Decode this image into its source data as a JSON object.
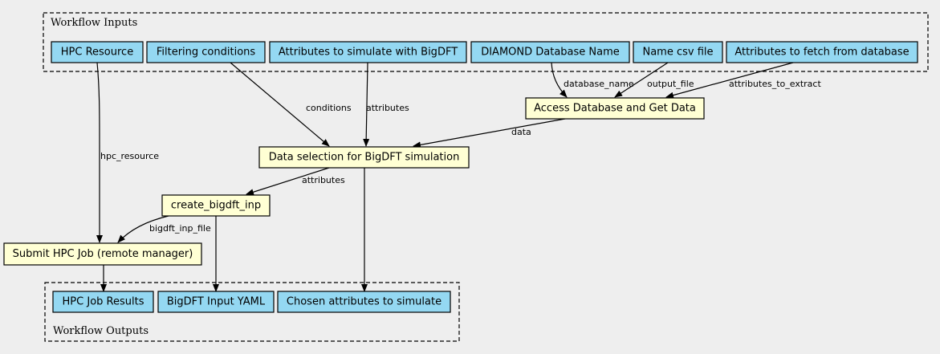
{
  "colors": {
    "input_node": "#94d8f2",
    "process_node": "#ffffd4",
    "background": "#eeeeee"
  },
  "clusters": {
    "inputs": {
      "label": "Workflow Inputs"
    },
    "outputs": {
      "label": "Workflow Outputs"
    }
  },
  "nodes": {
    "hpc_resource": {
      "label": "HPC Resource"
    },
    "filtering_conditions": {
      "label": "Filtering conditions"
    },
    "attributes_bigdft": {
      "label": "Attributes to simulate with BigDFT"
    },
    "diamond_db_name": {
      "label": "DIAMOND Database Name"
    },
    "name_csv_file": {
      "label": "Name csv file"
    },
    "attributes_fetch": {
      "label": "Attributes to fetch from database"
    },
    "access_database": {
      "label": "Access Database and Get Data"
    },
    "data_selection": {
      "label": "Data selection for BigDFT simulation"
    },
    "create_bigdft_inp": {
      "label": "create_bigdft_inp"
    },
    "submit_hpc_job": {
      "label": "Submit HPC Job (remote manager)"
    },
    "hpc_job_results": {
      "label": "HPC Job Results"
    },
    "bigdft_input_yaml": {
      "label": "BigDFT Input YAML"
    },
    "chosen_attributes": {
      "label": "Chosen attributes to simulate"
    }
  },
  "edges": {
    "database_name": {
      "label": "database_name"
    },
    "output_file": {
      "label": "output_file"
    },
    "attributes_to_extract": {
      "label": "attributes_to_extract"
    },
    "conditions": {
      "label": "conditions"
    },
    "attributes_in": {
      "label": "attributes"
    },
    "data": {
      "label": "data"
    },
    "hpc_resource": {
      "label": "hpc_resource"
    },
    "attributes_out": {
      "label": "attributes"
    },
    "bigdft_inp_file": {
      "label": "bigdft_inp_file"
    }
  }
}
